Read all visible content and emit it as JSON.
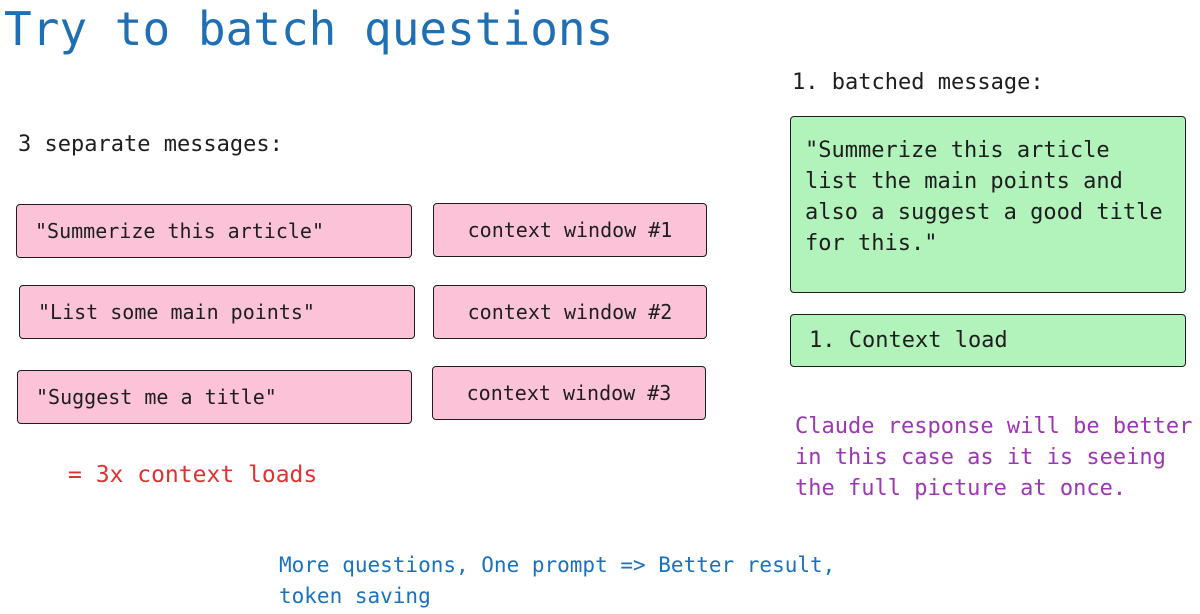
{
  "title": "Try to batch questions",
  "separate": {
    "label": "3 separate messages:",
    "messages": [
      "\"Summerize this article\"",
      "\"List some main points\"",
      "\"Suggest me a title\""
    ],
    "contexts": [
      "context window #1",
      "context window #2",
      "context window #3"
    ],
    "result": "= 3x context loads"
  },
  "batched": {
    "label": "1. batched message:",
    "message": "\"Summerize this article list the main points and also a suggest a good title for this.\"",
    "context": "1. Context load",
    "note": "Claude response will be better in this case as it is seeing the full picture at once."
  },
  "conclusion": "More questions, One prompt => Better result, token saving",
  "colors": {
    "title": "#1f6fb5",
    "pink_box": "#fcc2d7",
    "green_box": "#b2f2bb",
    "red_text": "#e03131",
    "purple_text": "#9c36b5",
    "blue_text": "#1971c2"
  }
}
